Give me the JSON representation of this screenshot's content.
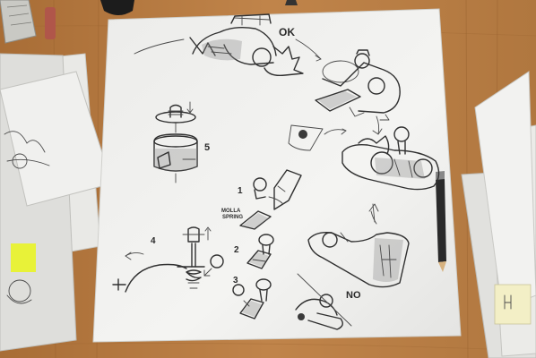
{
  "labels": {
    "ok": "OK",
    "no": "NO",
    "step_1": "1",
    "step_2": "2",
    "step_3": "3",
    "step_4": "4",
    "step_5": "5",
    "molla": "MOLLA",
    "spring": "SPRING"
  },
  "colors": {
    "desk": "#b77a3f",
    "paper": "#f1f1f0",
    "ink": "#303030",
    "highlighter": "#e8f238"
  }
}
